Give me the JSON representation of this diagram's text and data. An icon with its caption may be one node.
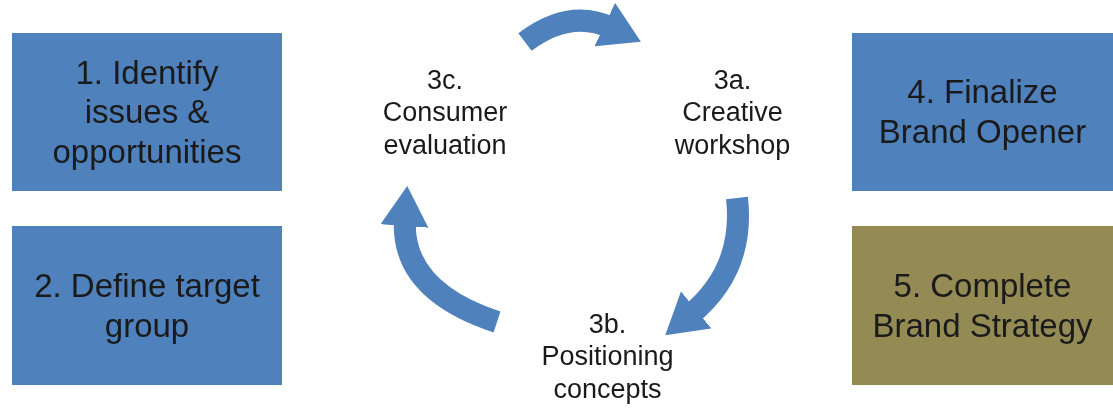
{
  "diagram": {
    "nodes": [
      {
        "text": [
          "1. Identify issues & opportunities"
        ]
      },
      {
        "text": [
          "2. Define target group"
        ]
      },
      {
        "text": [
          "3c. Consumer evaluation"
        ]
      },
      {
        "text": [
          "3a. Creative workshop"
        ]
      },
      {
        "text": [
          "3b. Positioning concepts"
        ]
      },
      {
        "text": [
          "4. Finalize Brand Opener"
        ]
      },
      {
        "text": [
          "5. Complete Brand Strategy"
        ]
      }
    ],
    "edges": [
      {
        "from": 2,
        "to": 3,
        "arrow": "to"
      },
      {
        "from": 3,
        "to": 4,
        "arrow": "to"
      },
      {
        "from": 4,
        "to": 2,
        "arrow": "to"
      }
    ]
  }
}
